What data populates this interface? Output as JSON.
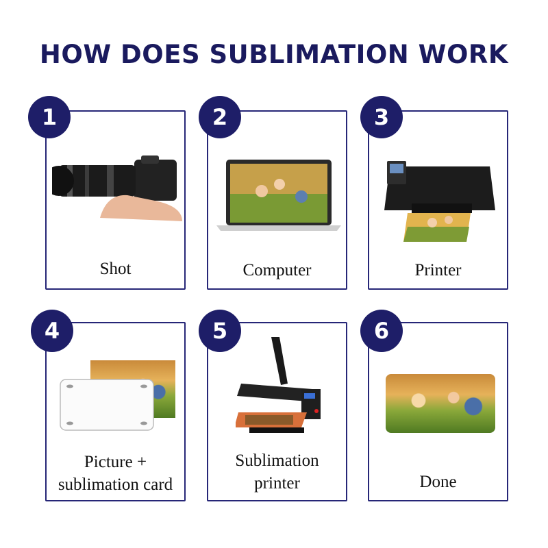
{
  "title": "HOW DOES SUBLIMATION WORK",
  "steps": [
    {
      "number": "1",
      "label": "Shot"
    },
    {
      "number": "2",
      "label": "Computer"
    },
    {
      "number": "3",
      "label": "Printer"
    },
    {
      "number": "4",
      "label_line1": "Picture +",
      "label_line2": "sublimation card"
    },
    {
      "number": "5",
      "label_line1": "Sublimation",
      "label_line2": "printer"
    },
    {
      "number": "6",
      "label": "Done"
    }
  ],
  "colors": {
    "accent": "#1e1e68",
    "border": "#262677",
    "title": "#1a1a5e"
  }
}
